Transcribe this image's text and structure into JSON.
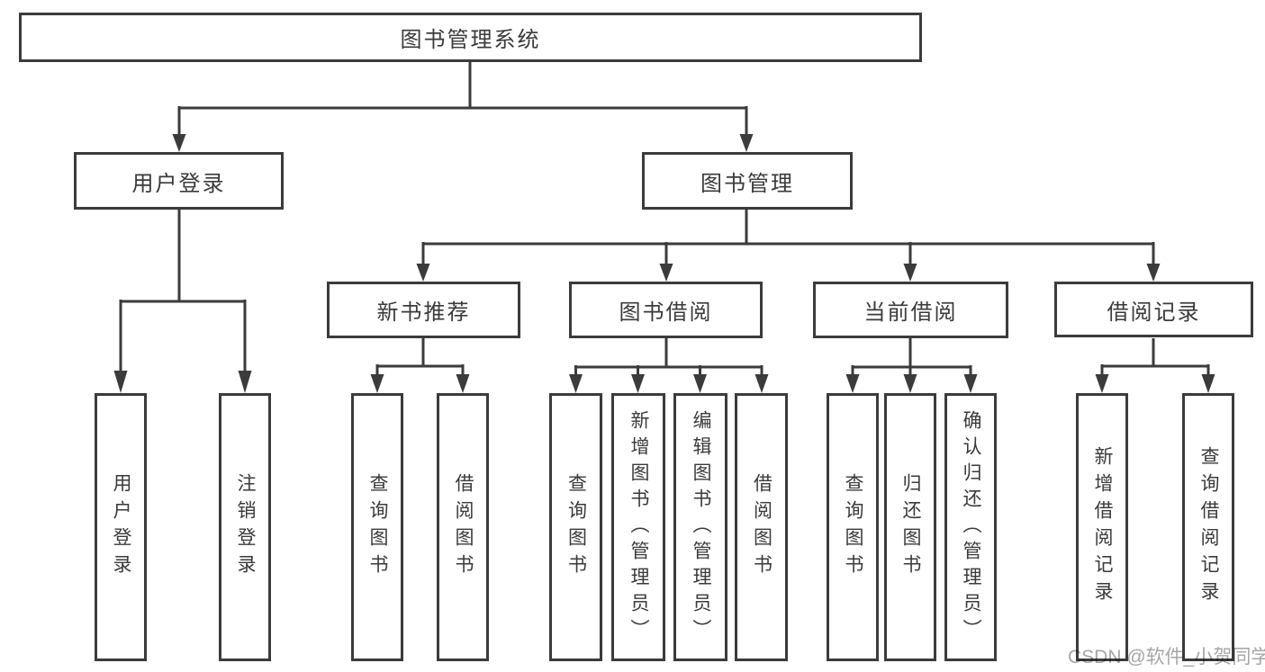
{
  "diagram": {
    "title": "图书管理系统",
    "tree": {
      "label": "图书管理系统",
      "children": [
        {
          "label": "用户登录",
          "children": [
            {
              "label": "用户登录"
            },
            {
              "label": "注销登录"
            }
          ]
        },
        {
          "label": "图书管理",
          "children": [
            {
              "label": "新书推荐",
              "children": [
                {
                  "label": "查询图书"
                },
                {
                  "label": "借阅图书"
                }
              ]
            },
            {
              "label": "图书借阅",
              "children": [
                {
                  "label": "查询图书"
                },
                {
                  "label": "新增图书（管理员）"
                },
                {
                  "label": "编辑图书（管理员）"
                },
                {
                  "label": "借阅图书"
                }
              ]
            },
            {
              "label": "当前借阅",
              "children": [
                {
                  "label": "查询图书"
                },
                {
                  "label": "归还图书"
                },
                {
                  "label": "确认归还（管理员）"
                }
              ]
            },
            {
              "label": "借阅记录",
              "children": [
                {
                  "label": "新增借阅记录"
                },
                {
                  "label": "查询借阅记录"
                }
              ]
            }
          ]
        }
      ]
    }
  },
  "watermark": {
    "text": "CSDN @软件_小贺同学",
    "color": "#a6a6a6"
  },
  "colors": {
    "line": "#3b3b3b",
    "text": "#3a3a3a",
    "box_fill": "#ffffff",
    "background": "#ffffff",
    "watermark": "#a6a6a6"
  }
}
